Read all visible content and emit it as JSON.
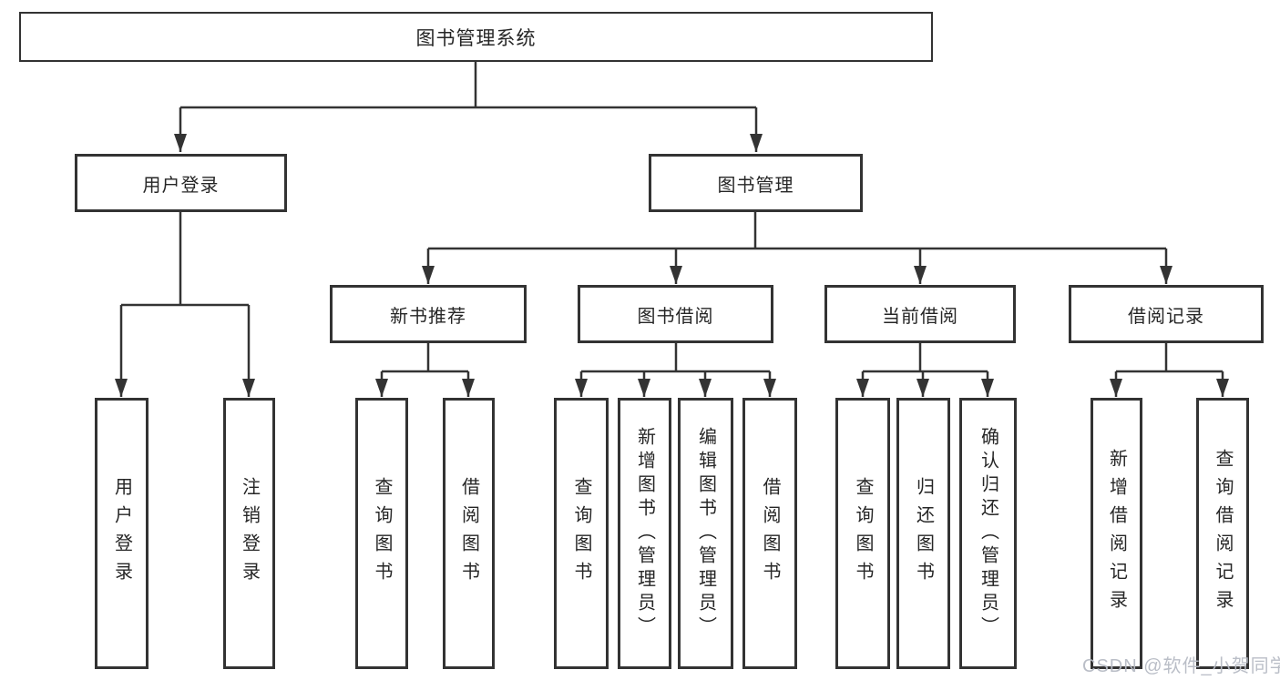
{
  "diagram": {
    "root": {
      "label": "图书管理系统",
      "children": [
        {
          "label": "用户登录",
          "children": [
            {
              "label": "用户登录"
            },
            {
              "label": "注销登录"
            }
          ]
        },
        {
          "label": "图书管理",
          "children": [
            {
              "label": "新书推荐",
              "children": [
                {
                  "label": "查询图书"
                },
                {
                  "label": "借阅图书"
                }
              ]
            },
            {
              "label": "图书借阅",
              "children": [
                {
                  "label": "查询图书"
                },
                {
                  "label": "新增图书（管理员）"
                },
                {
                  "label": "编辑图书（管理员）"
                },
                {
                  "label": "借阅图书"
                }
              ]
            },
            {
              "label": "当前借阅",
              "children": [
                {
                  "label": "查询图书"
                },
                {
                  "label": "归还图书"
                },
                {
                  "label": "确认归还（管理员）"
                }
              ]
            },
            {
              "label": "借阅记录",
              "children": [
                {
                  "label": "新增借阅记录"
                },
                {
                  "label": "查询借阅记录"
                }
              ]
            }
          ]
        }
      ]
    }
  },
  "watermark": {
    "text": "CSDN @软件_小贺同学"
  },
  "colors": {
    "line": "#333333",
    "box_border": "#333333",
    "box_fill": "#ffffff",
    "text": "#262626",
    "background": "#ffffff",
    "watermark": "#b6bbc4"
  }
}
